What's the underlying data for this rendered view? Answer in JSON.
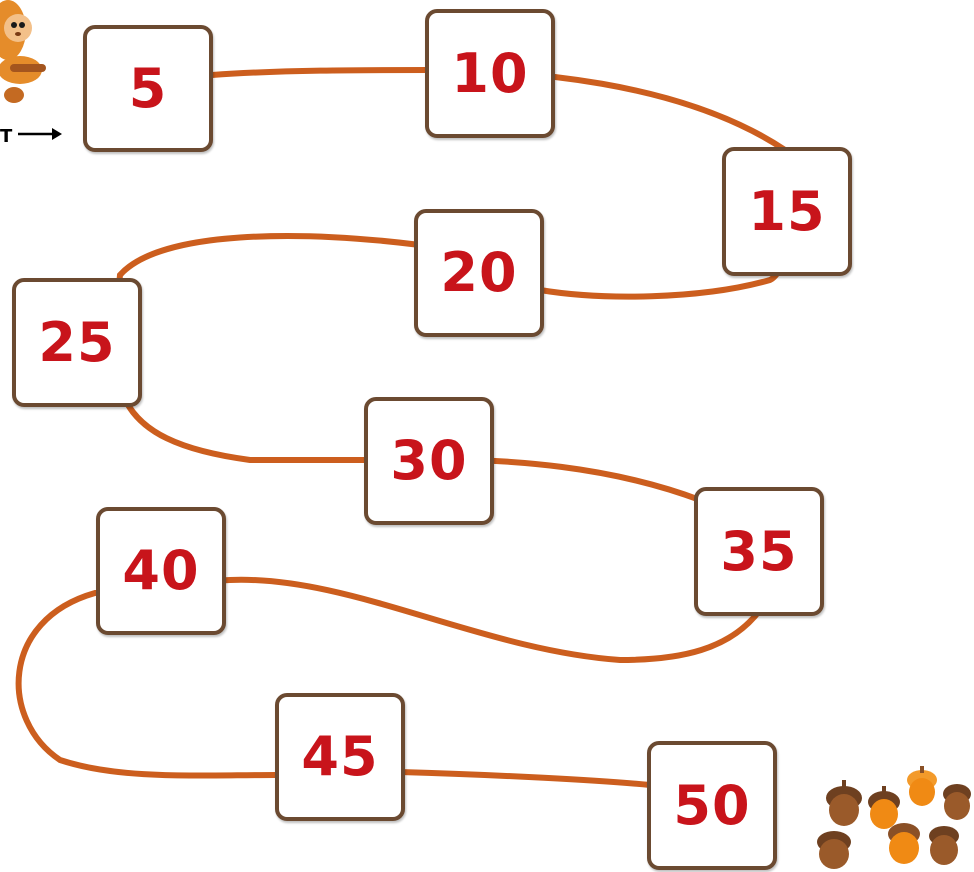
{
  "start": {
    "label": "T"
  },
  "tiles": [
    "5",
    "10",
    "15",
    "20",
    "25",
    "30",
    "35",
    "40",
    "45",
    "50"
  ],
  "colors": {
    "path": "#cc5e1e",
    "number": "#c8141b",
    "tile_border": "#6b4a31",
    "acorn_cap": "#7a4a26",
    "acorn_nut": "#f08a14"
  },
  "icons": {
    "start": "squirrel-pointing",
    "finish": "acorns"
  }
}
